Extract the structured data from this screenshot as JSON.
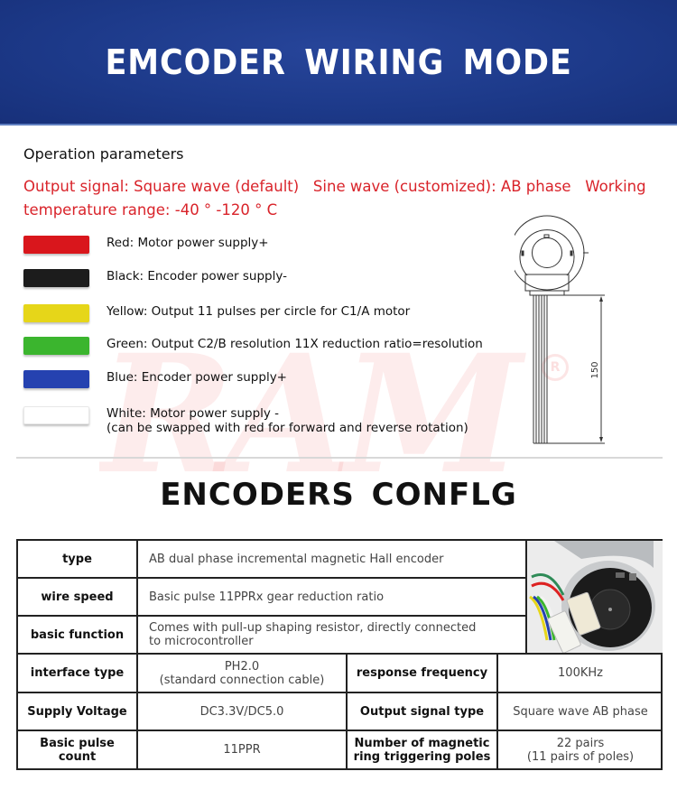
{
  "banner": {
    "title": "EMCODER WIRING MODE",
    "bg_color": "#1d3a8a"
  },
  "operation": {
    "title": "Operation parameters",
    "description": "Output signal: Square wave (default)   Sine wave (customized): AB phase   Working temperature range: -40 ° -120 ° C",
    "accent_color": "#d9232a"
  },
  "wires": [
    {
      "color_name": "red",
      "color": "#d9161c",
      "label": "Red: Motor power supply+"
    },
    {
      "color_name": "black",
      "color": "#1c1c1c",
      "label": "Black: Encoder power supply-"
    },
    {
      "color_name": "yellow",
      "color": "#e6d619",
      "label": "Yellow: Output 11 pulses per circle for C1/A motor"
    },
    {
      "color_name": "green",
      "color": "#3bb52e",
      "label": "Green: Output C2/B resolution 11X reduction ratio=resolution"
    },
    {
      "color_name": "blue",
      "color": "#2542b0",
      "label": "Blue: Encoder power supply+"
    },
    {
      "color_name": "white",
      "color": "#ffffff",
      "label": "White: Motor power supply -\n(can be swapped with red for forward and reverse rotation)"
    }
  ],
  "diagram": {
    "dimension_label": "150"
  },
  "watermark": {
    "text": "RAM",
    "mark": "R"
  },
  "config": {
    "title": "ENCODERS CONFLG",
    "rows_full": [
      {
        "label": "type",
        "value": "AB dual phase incremental magnetic Hall encoder"
      },
      {
        "label": "wire speed",
        "value": "Basic pulse 11PPRx gear reduction ratio"
      },
      {
        "label": "basic function",
        "value": "Comes with pull-up shaping resistor, directly connected\nto microcontroller"
      }
    ],
    "rows_split": [
      {
        "label1": "interface type",
        "value1": "PH2.0\n(standard connection cable)",
        "label2": "response frequency",
        "value2": "100KHz"
      },
      {
        "label1": "Supply Voltage",
        "value1": "DC3.3V/DC5.0",
        "label2": "Output signal type",
        "value2": "Square wave AB phase"
      },
      {
        "label1": "Basic pulse count",
        "value1": "11PPR",
        "label2": "Number of magnetic\nring triggering poles",
        "value2": "22 pairs\n(11 pairs of poles)"
      }
    ]
  }
}
